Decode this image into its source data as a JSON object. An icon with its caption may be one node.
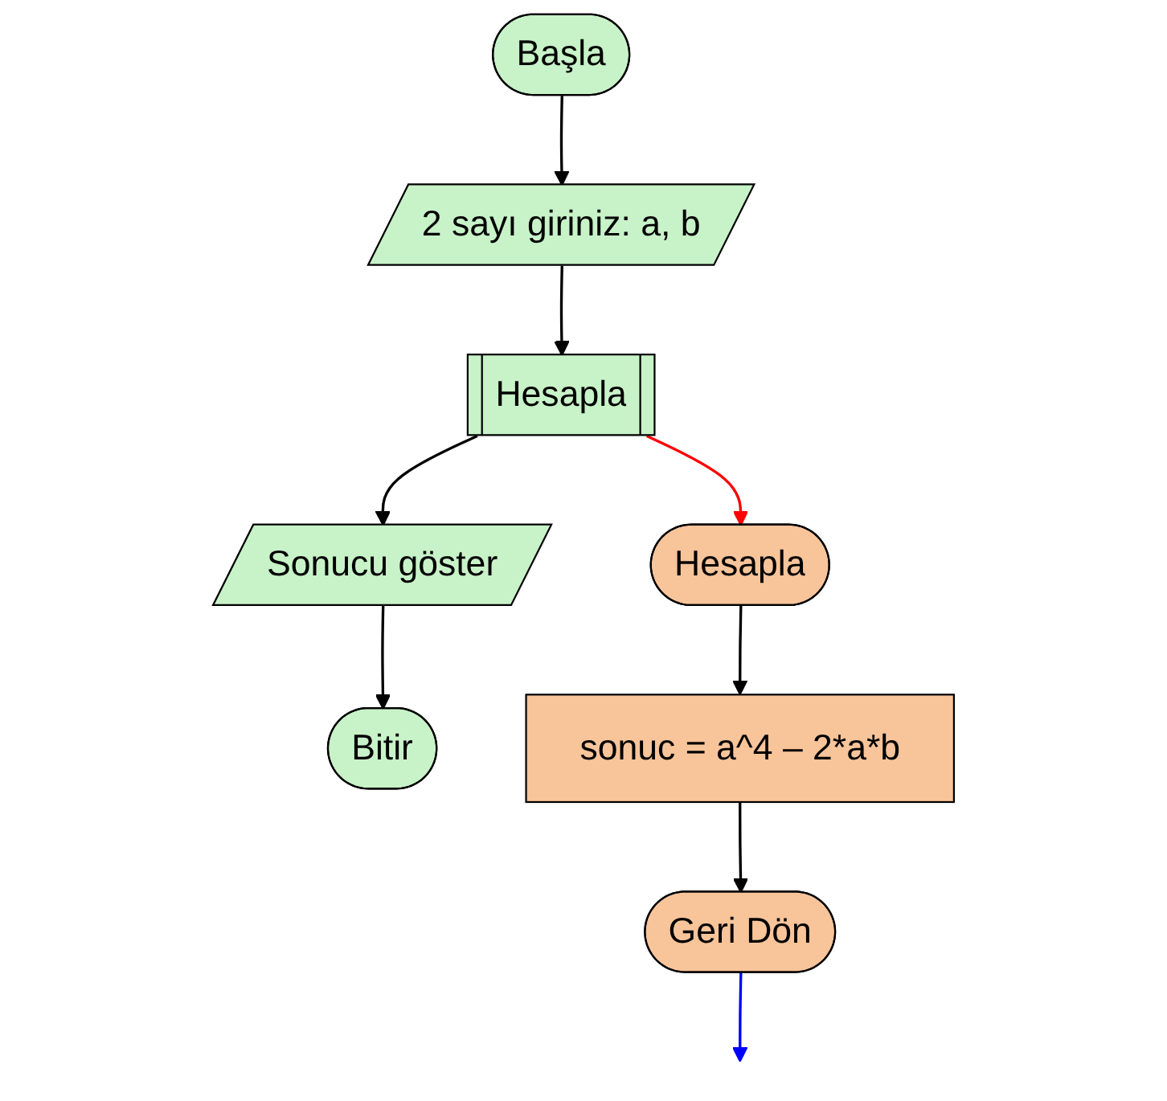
{
  "diagram": {
    "nodes": [
      {
        "text": [
          "Başla"
        ]
      },
      {
        "text": [
          "2 sayı giriniz: a, b"
        ]
      },
      {
        "text": [
          "Hesapla"
        ]
      },
      {
        "text": [
          "Sonucu göster"
        ]
      },
      {
        "text": [
          "Bitir"
        ]
      },
      {
        "text": [
          "Hesapla"
        ]
      },
      {
        "text": [
          "sonuc = a^4 – 2*a*b"
        ]
      },
      {
        "text": [
          "Geri Dön"
        ]
      }
    ],
    "edges": [
      {
        "from": 0,
        "to": 1,
        "arrow": "to"
      },
      {
        "from": 1,
        "to": 2,
        "arrow": "to"
      },
      {
        "from": 2,
        "to": 3,
        "arrow": "to"
      },
      {
        "from": 3,
        "to": 4,
        "arrow": "to"
      },
      {
        "from": 5,
        "to": 6,
        "arrow": "to"
      },
      {
        "from": 6,
        "to": 7,
        "arrow": "to"
      },
      {
        "from": 2,
        "to": 5,
        "arrow": "to",
        "color": "#ff0000"
      },
      {
        "from": 7,
        "to": null,
        "arrow": "to",
        "color": "#0000ff"
      }
    ]
  }
}
